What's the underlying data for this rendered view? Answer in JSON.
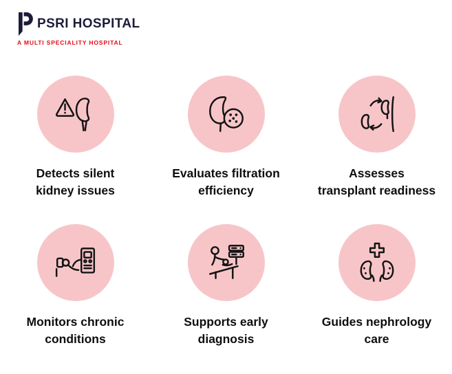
{
  "logo": {
    "name": "PSRI HOSPITAL",
    "tagline": "A MULTI SPECIALITY HOSPITAL",
    "mark_icon": "psri-p-logo-mark",
    "colors": {
      "name": "#1c1c39",
      "tagline": "#e30b17"
    }
  },
  "features": [
    {
      "icon": "kidney-alert-icon",
      "line1": "Detects silent",
      "line2": "kidney issues"
    },
    {
      "icon": "kidney-filtration-icon",
      "line1": "Evaluates filtration",
      "line2": "efficiency"
    },
    {
      "icon": "kidney-transplant-icon",
      "line1": "Assesses",
      "line2": "transplant readiness"
    },
    {
      "icon": "dialysis-monitoring-icon",
      "line1": "Monitors chronic",
      "line2": "conditions"
    },
    {
      "icon": "early-diagnosis-icon",
      "line1": "Supports early",
      "line2": "diagnosis"
    },
    {
      "icon": "nephrology-care-icon",
      "line1": "Guides nephrology",
      "line2": "care"
    }
  ],
  "colors": {
    "background": "#ffffff",
    "icon_circle": "#f7c5c8",
    "icon_stroke": "#141414",
    "caption_text": "#0e0e0e"
  }
}
